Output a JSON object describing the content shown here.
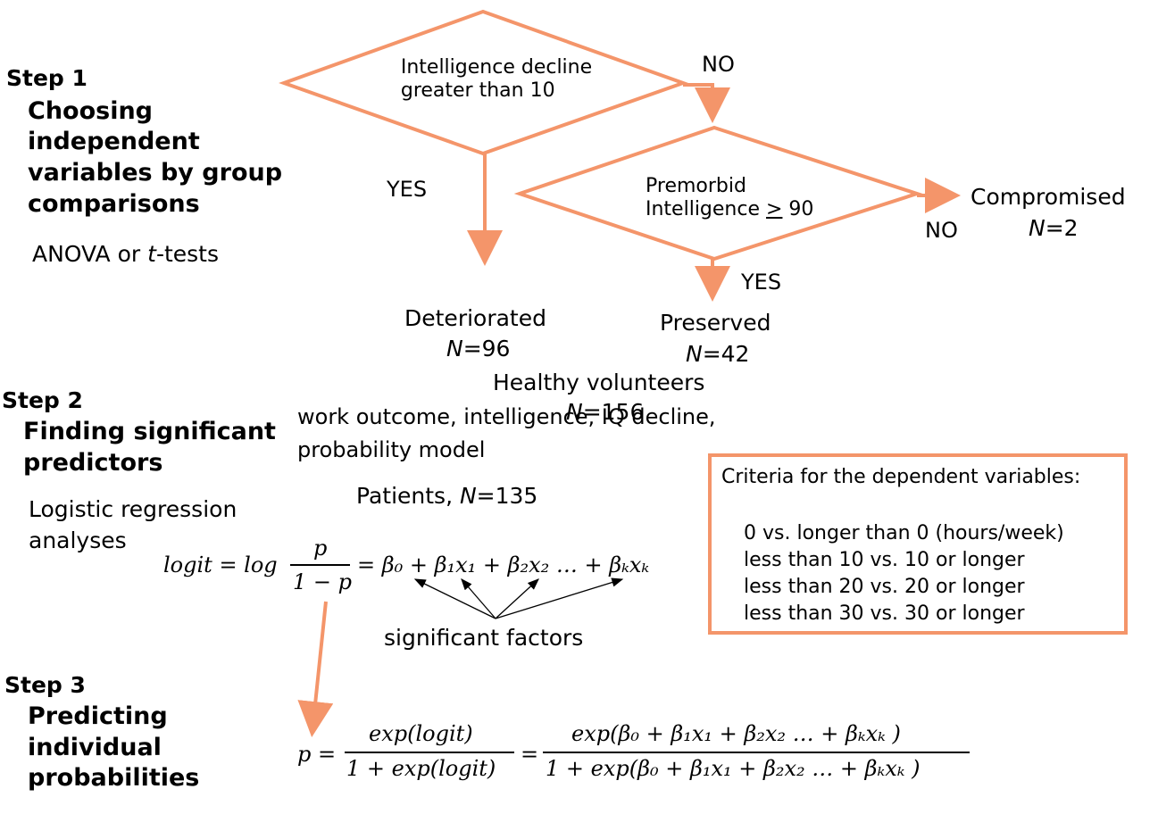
{
  "colors": {
    "accent": "#f4956a",
    "text": "#000000",
    "background": "#ffffff"
  },
  "steps": [
    {
      "label": "Step 1",
      "title_lines": [
        "Choosing",
        "independent",
        "variables by group",
        "comparisons"
      ],
      "method": "ANOVA or",
      "method_italic": "t",
      "method_suffix": "-tests"
    },
    {
      "label": "Step 2",
      "title_lines": [
        "Finding significant",
        "predictors"
      ],
      "method_lines": [
        "Logistic regression",
        "analyses"
      ]
    },
    {
      "label": "Step 3",
      "title_lines": [
        "Predicting",
        "individual",
        "probabilities"
      ]
    }
  ],
  "flowchart": {
    "decision1": {
      "lines": [
        "Intelligence decline",
        "greater than 10"
      ]
    },
    "decision2": {
      "lines": [
        "Premorbid",
        "Intelligence ",
        "> 90"
      ]
    },
    "yes_label": "YES",
    "no_label": "NO",
    "outcomes": {
      "deteriorated": {
        "name": "Deteriorated",
        "n_label": "N",
        "n_value": "=96"
      },
      "preserved": {
        "name": "Preserved",
        "n_label": "N",
        "n_value": "=42"
      },
      "compromised": {
        "name": "Compromised",
        "n_label": "N",
        "n_value": "=2"
      }
    }
  },
  "healthy": {
    "label": "Healthy volunteers",
    "n_label": "N",
    "n_value": "=156"
  },
  "predictors_text": [
    "work outcome, intelligence, IQ decline,",
    "probability model"
  ],
  "patients": {
    "label": "Patients, ",
    "n_label": "N",
    "n_value": "=135"
  },
  "criteria": {
    "title": "Criteria for the dependent variables:",
    "items": [
      "0 vs. longer than 0 (hours/week)",
      "less than 10 vs. 10 or longer",
      "less than 20 vs. 20 or longer",
      "less than 30 vs. 30 or longer"
    ]
  },
  "formulas": {
    "logit": {
      "lhs": "logit = log",
      "num": "p",
      "den": "1 − p",
      "rhs": "= β₀ + β₁x₁  + β₂x₂  … + βₖxₖ"
    },
    "significant_label": "significant factors",
    "prob": {
      "lhs": "p =",
      "num1": "exp(logit)",
      "den1": "1 + exp(logit)",
      "eq": "=",
      "num2": "exp(β₀ + β₁x₁  + β₂x₂  … + βₖxₖ )",
      "den2": "1 + exp(β₀ + β₁x₁  + β₂x₂  … + βₖxₖ )"
    }
  }
}
